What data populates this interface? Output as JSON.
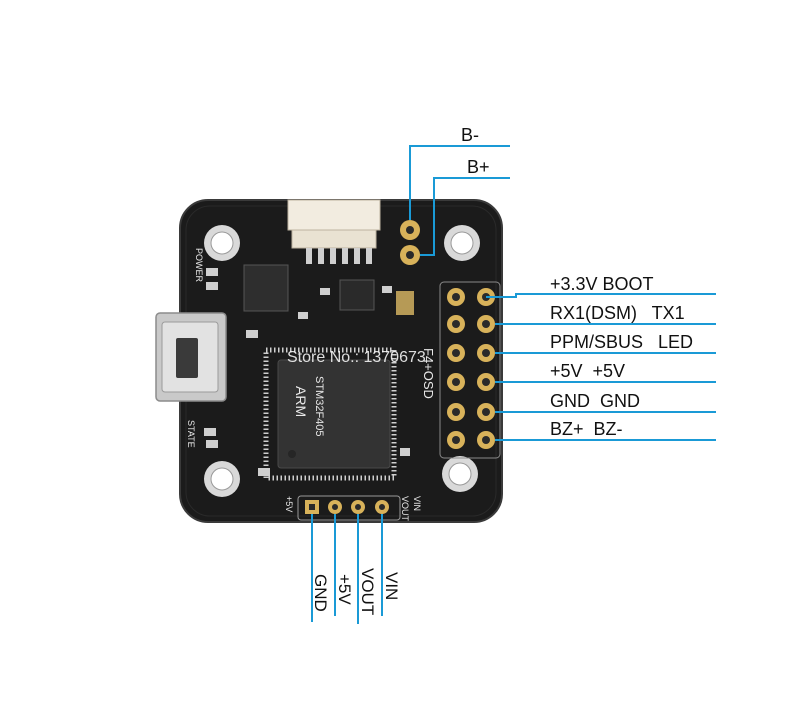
{
  "pads_top": [
    {
      "id": "b_minus",
      "text": "B-"
    },
    {
      "id": "b_plus",
      "text": "B+"
    }
  ],
  "pads_right": [
    {
      "id": "boot",
      "text": "+3.3V BOOT"
    },
    {
      "id": "rx1_tx1",
      "text": "RX1(DSM)   TX1"
    },
    {
      "id": "ppm_led",
      "text": "PPM/SBUS   LED"
    },
    {
      "id": "v5_v5",
      "text": "+5V  +5V"
    },
    {
      "id": "gnd_gnd",
      "text": "GND  GND"
    },
    {
      "id": "bz",
      "text": "BZ+  BZ-"
    }
  ],
  "pads_bottom": [
    {
      "id": "gnd",
      "text": "GND"
    },
    {
      "id": "plus5v",
      "text": "+5V"
    },
    {
      "id": "vout",
      "text": "VOUT"
    },
    {
      "id": "vin",
      "text": "VIN"
    }
  ],
  "board_silkscreen": {
    "power": "POWER",
    "state": "STATE",
    "model": "F4+OSD",
    "chip_brand": "ARM",
    "chip_part": "STM32F405",
    "pad_vout": "VOUT",
    "pad_vin": "VIN",
    "pad_5v": "+5V"
  },
  "watermark": "Store No.: 1370673",
  "colors": {
    "leader_line": "#1a9ad6",
    "board": "#1b1b1b",
    "pad_gold": "#d8b25a"
  }
}
